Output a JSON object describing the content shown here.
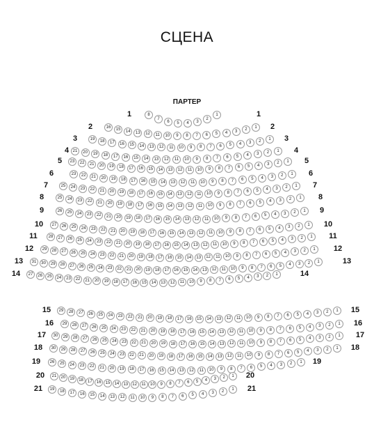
{
  "stage_label": "СЦЕНА",
  "section_label": "ПАРТЕР",
  "rows": [
    {
      "label": "1",
      "seats": 8
    },
    {
      "label": "2",
      "seats": 16
    },
    {
      "label": "3",
      "seats": 19
    },
    {
      "label": "4",
      "seats": 21
    },
    {
      "label": "5",
      "seats": 23
    },
    {
      "label": "6",
      "seats": 23
    },
    {
      "label": "7",
      "seats": 25
    },
    {
      "label": "8",
      "seats": 25
    },
    {
      "label": "9",
      "seats": 26
    },
    {
      "label": "10",
      "seats": 27
    },
    {
      "label": "11",
      "seats": 28
    },
    {
      "label": "12",
      "seats": 29
    },
    {
      "label": "13",
      "seats": 31
    },
    {
      "label": "14",
      "seats": 27
    },
    {
      "label": "15",
      "seats": 29
    },
    {
      "label": "16",
      "seats": 29
    },
    {
      "label": "17",
      "seats": 30
    },
    {
      "label": "18",
      "seats": 30
    },
    {
      "label": "19",
      "seats": 26
    },
    {
      "label": "20",
      "seats": 21
    },
    {
      "label": "21",
      "seats": 19
    }
  ]
}
